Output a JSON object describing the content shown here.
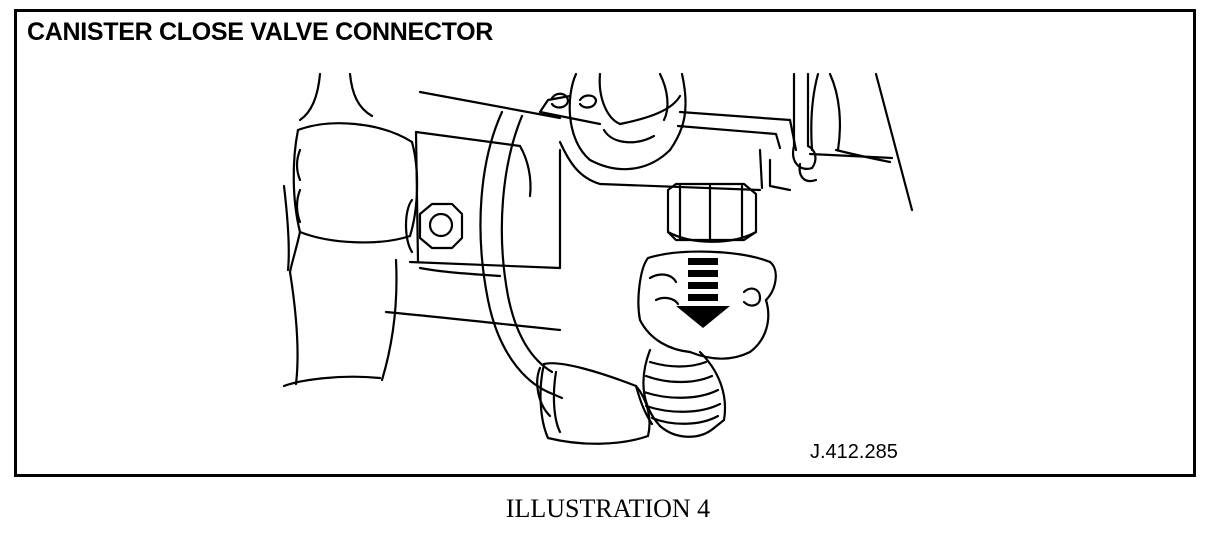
{
  "title": "CANISTER CLOSE VALVE CONNECTOR",
  "reference": "J.412.285",
  "caption": "ILLUSTRATION 4",
  "illustration": {
    "depicts": [
      "canister-close-valve",
      "connector",
      "hose",
      "mounting-bolt",
      "removal-direction-arrow"
    ],
    "colors": {
      "line": "#000000",
      "background": "#ffffff"
    }
  }
}
